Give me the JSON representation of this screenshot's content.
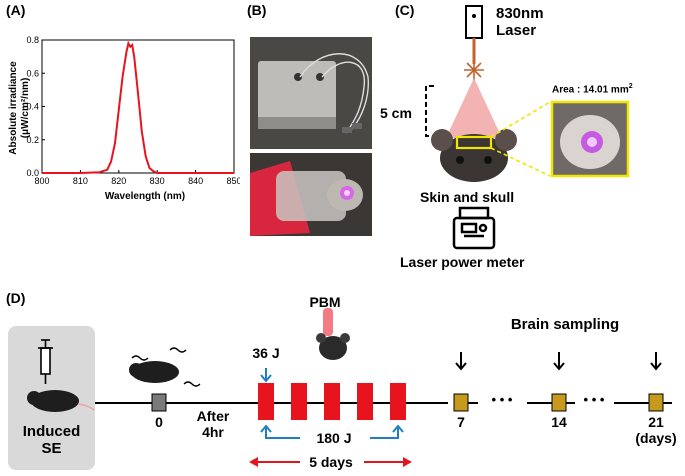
{
  "panels": {
    "a": "(A)",
    "b": "(B)",
    "c": "(C)",
    "d": "(D)"
  },
  "colors": {
    "spectrum": "#e8141d",
    "pulse": "#e8141d",
    "sample_box": "#c79a1e",
    "arrow_blue": "#1f7fbf",
    "days_arrow": "#e8141d",
    "area_box": "#f2e600",
    "laser_beam": "#f0a0a0"
  },
  "chart_data": {
    "type": "line",
    "xlabel": "Wavelength (nm)",
    "ylabel_line1": "Absolute irradiance",
    "ylabel_line2": "(μW/cm²/nm)",
    "xlim": [
      800,
      850
    ],
    "ylim": [
      0,
      0.8
    ],
    "x_ticks": [
      "800",
      "810",
      "820",
      "830",
      "840",
      "850"
    ],
    "y_ticks": [
      "0.0",
      "0.2",
      "0.4",
      "0.6",
      "0.8"
    ],
    "grid": false,
    "series": [
      {
        "x": [
          800,
          805,
          810,
          815,
          817,
          818,
          819,
          820,
          821,
          822,
          822.5,
          823,
          823.5,
          824,
          825,
          826,
          827,
          828,
          829,
          830,
          835,
          840,
          850
        ],
        "y": [
          0,
          0,
          0,
          0.005,
          0.02,
          0.07,
          0.18,
          0.38,
          0.58,
          0.73,
          0.78,
          0.76,
          0.77,
          0.7,
          0.48,
          0.25,
          0.1,
          0.03,
          0.01,
          0,
          0,
          0,
          0
        ]
      }
    ]
  },
  "panel_c": {
    "laser_label": "830nm\nLaser",
    "distance_label": "5 cm",
    "area_label": "Area : 14.01 mm",
    "area_sup": "2",
    "skin_label": "Skin and skull",
    "meter_label": "Laser power meter"
  },
  "panel_d": {
    "induced_label": "Induced\nSE",
    "pbm_label": "PBM",
    "brain_sampling": "Brain sampling",
    "dose_first": "36 J",
    "dose_total": "180 J",
    "after_label": "After\n4hr",
    "days_span": "5 days",
    "timepoints": [
      "0",
      "7",
      "14",
      "21"
    ],
    "days_unit": "(days)",
    "ellipsis": "• • •"
  }
}
